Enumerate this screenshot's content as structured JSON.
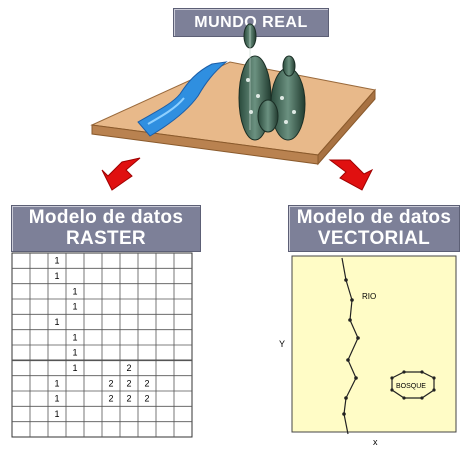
{
  "real_world": {
    "title": "MUNDO REAL"
  },
  "raster": {
    "title_line1": "Modelo de datos",
    "title_line2": "RASTER",
    "cols": 10,
    "rows": 12,
    "cells": [
      {
        "r": 0,
        "c": 2,
        "v": "1"
      },
      {
        "r": 1,
        "c": 2,
        "v": "1"
      },
      {
        "r": 2,
        "c": 3,
        "v": "1"
      },
      {
        "r": 3,
        "c": 3,
        "v": "1"
      },
      {
        "r": 4,
        "c": 2,
        "v": "1"
      },
      {
        "r": 5,
        "c": 3,
        "v": "1"
      },
      {
        "r": 6,
        "c": 3,
        "v": "1"
      },
      {
        "r": 7,
        "c": 3,
        "v": "1"
      },
      {
        "r": 7,
        "c": 6,
        "v": "2"
      },
      {
        "r": 8,
        "c": 2,
        "v": "1"
      },
      {
        "r": 8,
        "c": 5,
        "v": "2"
      },
      {
        "r": 8,
        "c": 6,
        "v": "2"
      },
      {
        "r": 8,
        "c": 7,
        "v": "2"
      },
      {
        "r": 9,
        "c": 2,
        "v": "1"
      },
      {
        "r": 9,
        "c": 5,
        "v": "2"
      },
      {
        "r": 9,
        "c": 6,
        "v": "2"
      },
      {
        "r": 9,
        "c": 7,
        "v": "2"
      },
      {
        "r": 10,
        "c": 2,
        "v": "1"
      }
    ]
  },
  "vector": {
    "title_line1": "Modelo de datos",
    "title_line2": "VECTORIAL",
    "river_label": "RIO",
    "forest_label": "BOSQUE",
    "y_axis_label": "Y",
    "x_axis_label": "x"
  },
  "colors": {
    "banner": "#7d8098",
    "board": "#e8b98a",
    "river": "#2f8fe0",
    "arrow": "#e01010",
    "map_bg": "#fffcc6"
  }
}
